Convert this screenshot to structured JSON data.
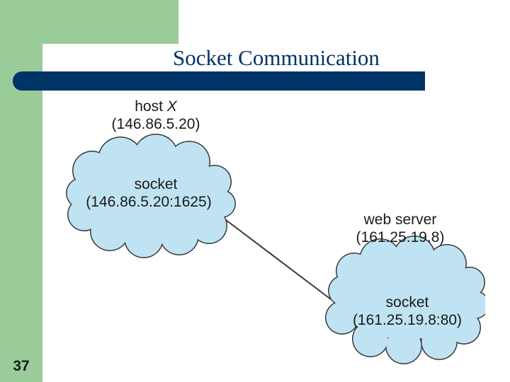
{
  "slide": {
    "title": "Socket Communication",
    "number": "37"
  },
  "diagram": {
    "host": {
      "label_prefix": "host",
      "label_name": "X",
      "address": "(146.86.5.20)",
      "socket_label": "socket",
      "socket_address": "(146.86.5.20:1625)"
    },
    "server": {
      "label": "web server",
      "address": "(161.25.19.8)",
      "socket_label": "socket",
      "socket_address": "(161.25.19.8:80)"
    }
  },
  "colors": {
    "green": "#99cc99",
    "navy": "#003366",
    "cloud_fill": "#bfe3f2",
    "cloud_stroke": "#3a3a3a"
  }
}
